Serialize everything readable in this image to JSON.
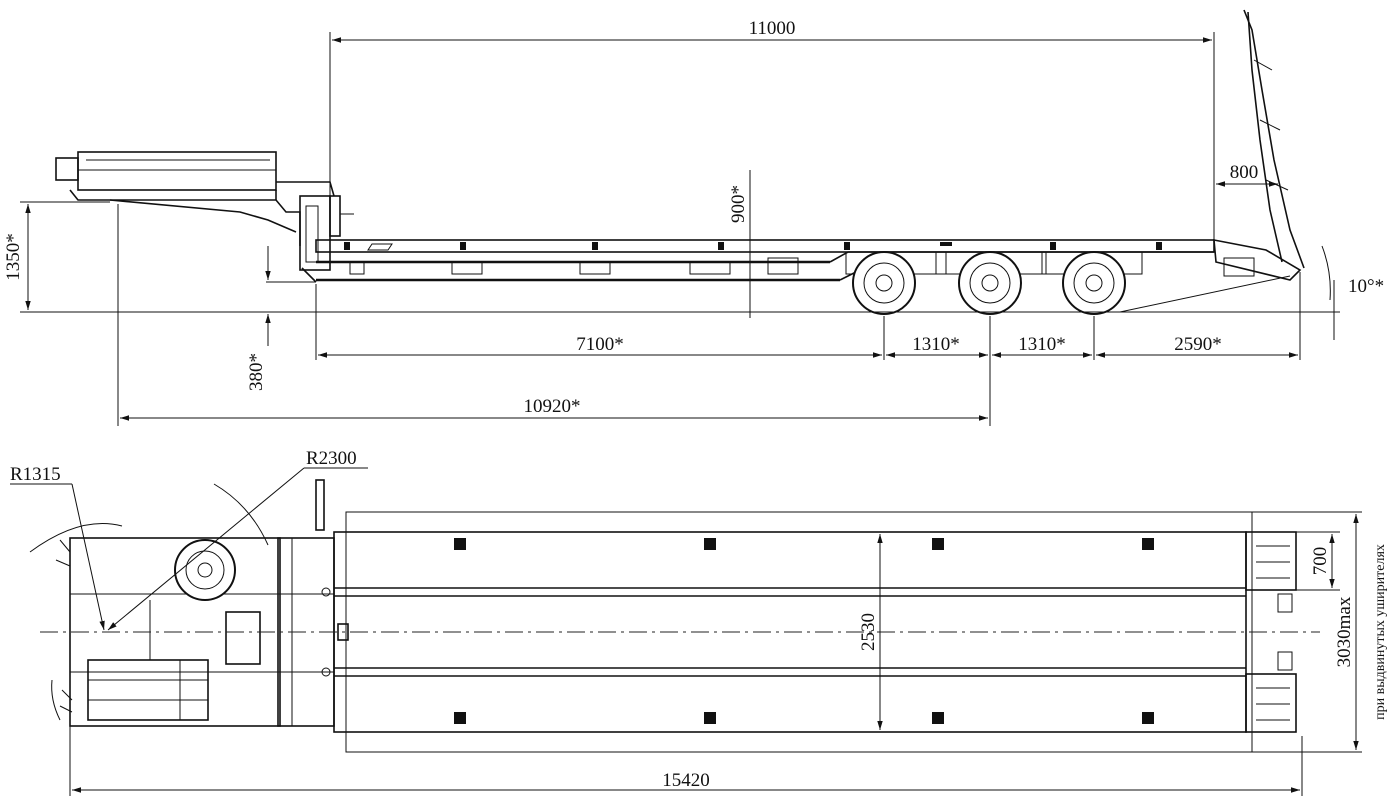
{
  "side_view": {
    "deck_length": "11000",
    "ramp_length": "800",
    "coupling_height": "1350*",
    "loading_height": "900*",
    "ramp_angle": "10°*",
    "deck_to_first_axle": "7100*",
    "axle_spacing_1": "1310*",
    "axle_spacing_2": "1310*",
    "rear_overhang": "2590*",
    "ground_clearance": "380*",
    "kingpin_to_mid_axle": "10920*"
  },
  "top_view": {
    "front_radius": "R1315",
    "kingpin_radius": "R2300",
    "deck_width": "2530",
    "ramp_width": "700",
    "max_width": "3030max",
    "max_width_note": "при выдвинутых уширителях",
    "total_length": "15420"
  }
}
